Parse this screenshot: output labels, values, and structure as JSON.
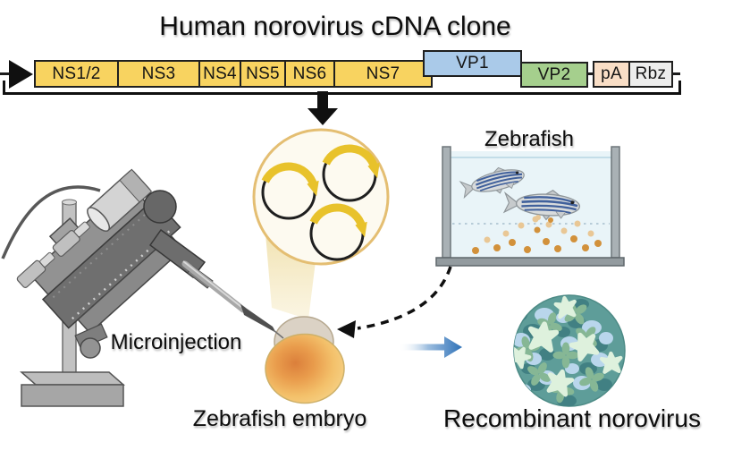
{
  "title": {
    "text": "Human norovirus cDNA clone"
  },
  "construct": {
    "segments": [
      {
        "label": "NS1/2",
        "color": "#F8D360"
      },
      {
        "label": "NS3",
        "color": "#F8D360"
      },
      {
        "label": "NS4",
        "color": "#F8D360"
      },
      {
        "label": "NS5",
        "color": "#F8D360"
      },
      {
        "label": "NS6",
        "color": "#F8D360"
      },
      {
        "label": "NS7",
        "color": "#F8D360"
      },
      {
        "label": "VP1",
        "color": "#AACAE9"
      },
      {
        "label": "VP2",
        "color": "#A5CF8D"
      },
      {
        "label": "pA",
        "color": "#F9DEC6"
      },
      {
        "label": "Rbz",
        "color": "#EDEDEC"
      }
    ]
  },
  "labels": {
    "tank": "Zebrafish",
    "microinjection": "Microinjection",
    "embryo": "Zebrafish embryo",
    "virus": "Recombinant norovirus"
  },
  "colors": {
    "plasmid_insert": "#E8C22B",
    "workflow_arrow": "#2F72B8",
    "workflow_arrow_light": "#9DBEDF",
    "virus_base": "#5E9D99"
  }
}
